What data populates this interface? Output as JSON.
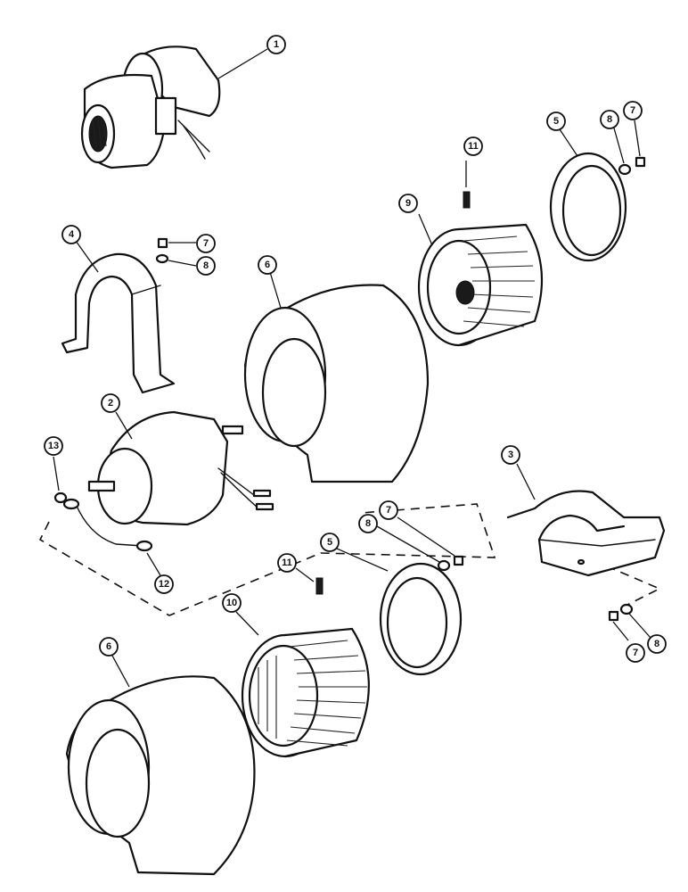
{
  "callouts": [
    {
      "id": "c1",
      "label": "1"
    },
    {
      "id": "c2",
      "label": "2"
    },
    {
      "id": "c3",
      "label": "3"
    },
    {
      "id": "c4",
      "label": "4"
    },
    {
      "id": "c5a",
      "label": "5"
    },
    {
      "id": "c5b",
      "label": "5"
    },
    {
      "id": "c6a",
      "label": "6"
    },
    {
      "id": "c6b",
      "label": "6"
    },
    {
      "id": "c7a",
      "label": "7"
    },
    {
      "id": "c7b",
      "label": "7"
    },
    {
      "id": "c7c",
      "label": "7"
    },
    {
      "id": "c7d",
      "label": "7"
    },
    {
      "id": "c8a",
      "label": "8"
    },
    {
      "id": "c8b",
      "label": "8"
    },
    {
      "id": "c8c",
      "label": "8"
    },
    {
      "id": "c8d",
      "label": "8"
    },
    {
      "id": "c9",
      "label": "9"
    },
    {
      "id": "c10",
      "label": "10"
    },
    {
      "id": "c11a",
      "label": "11"
    },
    {
      "id": "c11b",
      "label": "11"
    },
    {
      "id": "c12",
      "label": "12"
    },
    {
      "id": "c13",
      "label": "13"
    }
  ],
  "colors": {
    "ink": "#111111",
    "paper": "#ffffff"
  }
}
